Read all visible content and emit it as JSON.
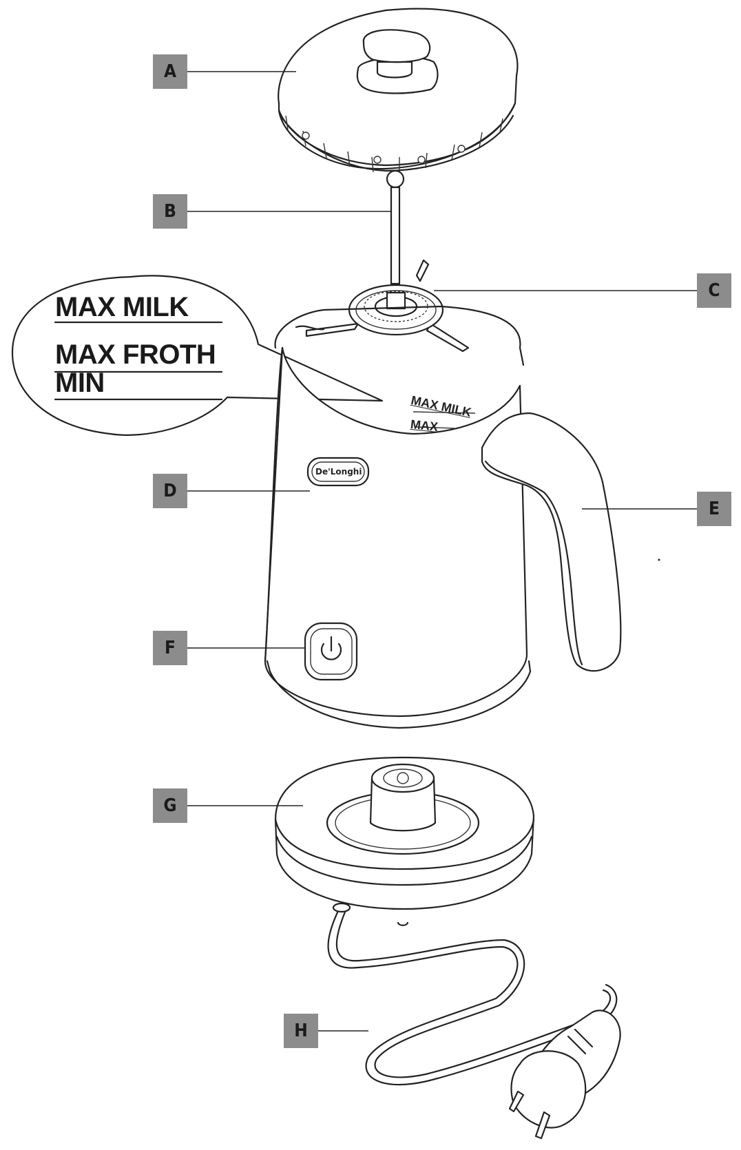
{
  "callout": {
    "lines": [
      "MAX MILK",
      "MAX FROTH",
      "MIN"
    ]
  },
  "etched_markings": [
    "MAX MILK",
    "MAX"
  ],
  "brand": "De'Longhi",
  "parts": [
    {
      "key": "a",
      "label": "A"
    },
    {
      "key": "b",
      "label": "B"
    },
    {
      "key": "c",
      "label": "C"
    },
    {
      "key": "d",
      "label": "D"
    },
    {
      "key": "e",
      "label": "E"
    },
    {
      "key": "f",
      "label": "F"
    },
    {
      "key": "g",
      "label": "G"
    },
    {
      "key": "h",
      "label": "H"
    }
  ],
  "colors": {
    "label_fill": "#8c8c8c",
    "line": "#222222",
    "background": "#ffffff"
  },
  "icons": [
    "power-icon"
  ]
}
